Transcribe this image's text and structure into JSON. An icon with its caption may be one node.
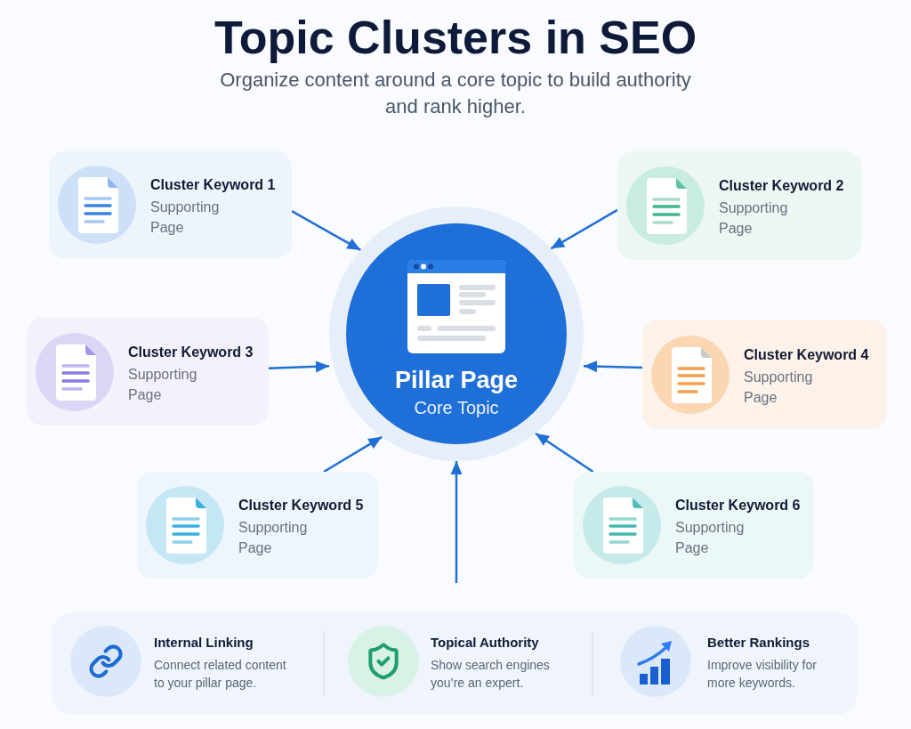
{
  "diagram": {
    "title": "Topic Clusters in SEO",
    "nodes": [
      {
        "text": [
          "Cluster Keyword 1",
          "Supporting Page"
        ]
      },
      {
        "text": [
          "Cluster Keyword 2",
          "Supporting Page"
        ]
      },
      {
        "text": [
          "Pillar Page",
          "Core Topic"
        ]
      },
      {
        "text": [
          "Cluster Keyword 3",
          "Supporting Page"
        ]
      },
      {
        "text": [
          "Cluster Keyword 4",
          "Supporting Page"
        ]
      },
      {
        "text": [
          "Cluster Keyword 5",
          "Supporting Page"
        ]
      },
      {
        "text": [
          "Cluster Keyword 6",
          "Supporting Page"
        ]
      },
      {
        "text": [
          "Internal Linking",
          "Connect related content to your pillar page.",
          "Topical Authority",
          "Show search engines you’re an expert.",
          "Better Rankings",
          "Improve visibility for more keywords."
        ]
      }
    ],
    "edges": [
      {
        "from": 0,
        "to": 2,
        "arrow": "to"
      },
      {
        "from": 1,
        "to": 2,
        "arrow": "to"
      },
      {
        "from": 3,
        "to": 2,
        "arrow": "to"
      },
      {
        "from": 4,
        "to": 2,
        "arrow": "to"
      },
      {
        "from": 5,
        "to": 2,
        "arrow": "to"
      },
      {
        "from": 6,
        "to": 2,
        "arrow": "to"
      },
      {
        "from": null,
        "to": 2,
        "arrow": "to"
      }
    ],
    "labels": [
      "Organize content around a core topic to build authority and rank higher."
    ]
  }
}
